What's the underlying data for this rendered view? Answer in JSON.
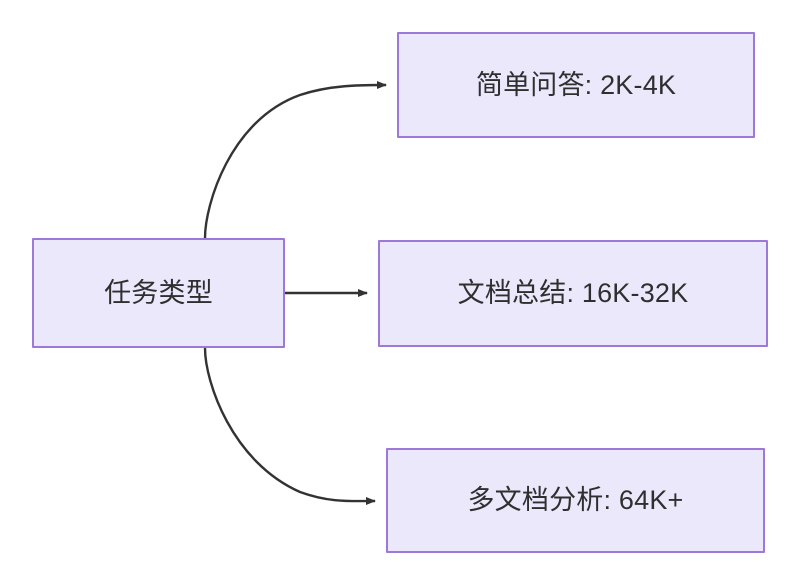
{
  "diagram": {
    "type": "flowchart",
    "direction": "left-to-right",
    "background_color": "#ffffff",
    "node_fill_color": "#ebe8fb",
    "node_border_color": "#9d78d8",
    "edge_color": "#333333",
    "text_color": "#2f2f2f",
    "nodes": [
      {
        "id": "source",
        "label": "任务类型"
      },
      {
        "id": "simple_qa",
        "label": "简单问答: 2K-4K"
      },
      {
        "id": "doc_summary",
        "label": "文档总结: 16K-32K"
      },
      {
        "id": "multi_doc",
        "label": "多文档分析: 64K+"
      }
    ],
    "edges": [
      {
        "from": "source",
        "to": "simple_qa",
        "label": "",
        "style": "curved-up"
      },
      {
        "from": "source",
        "to": "doc_summary",
        "label": "",
        "style": "straight"
      },
      {
        "from": "source",
        "to": "multi_doc",
        "label": "",
        "style": "curved-down"
      }
    ]
  }
}
